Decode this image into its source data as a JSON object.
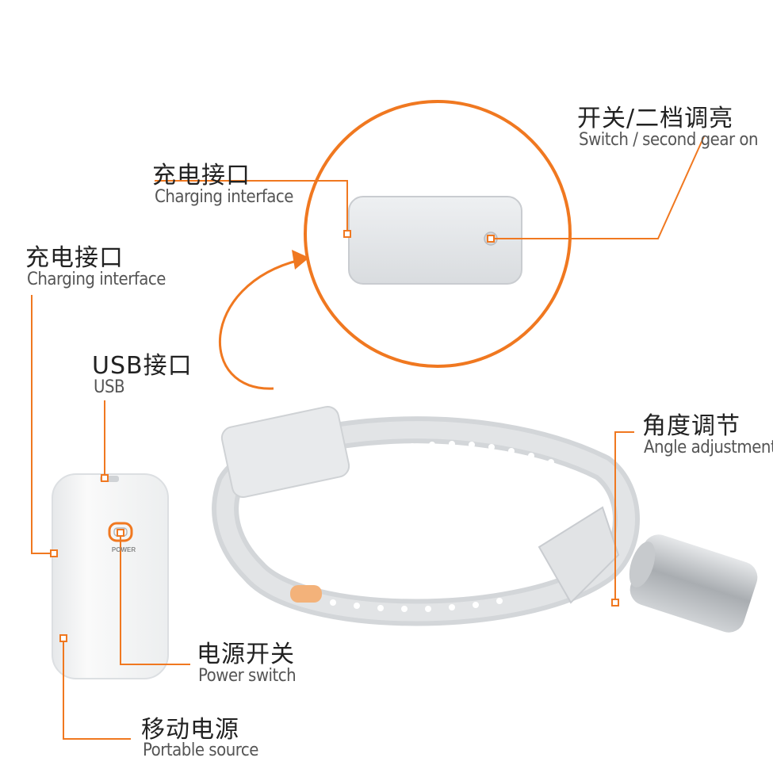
{
  "colors": {
    "accent": "#f07820",
    "device": "#e4e6e8",
    "device_edge": "#c9ccd0",
    "band": "#d7dadd",
    "lamp": "#b8bcc0",
    "powerbank": "#f4f5f6"
  },
  "icons": [
    "power-button-icon",
    "headlamp-image",
    "powerbank-image",
    "battery-box-image"
  ],
  "labels": {
    "switch": {
      "zh": "开关/二档调亮",
      "en": "Switch / second gear on"
    },
    "charge_top": {
      "zh": "充电接口",
      "en": "Charging interface"
    },
    "charge_left": {
      "zh": "充电接口",
      "en": "Charging interface"
    },
    "usb": {
      "zh": "USB接口",
      "en": "USB"
    },
    "angle": {
      "zh": "角度调节",
      "en": "Angle adjustment"
    },
    "power_switch": {
      "zh": "电源开关",
      "en": "Power switch"
    },
    "portable": {
      "zh": "移动电源",
      "en": "Portable source"
    }
  },
  "powerbank": {
    "button_text": "POWER"
  }
}
